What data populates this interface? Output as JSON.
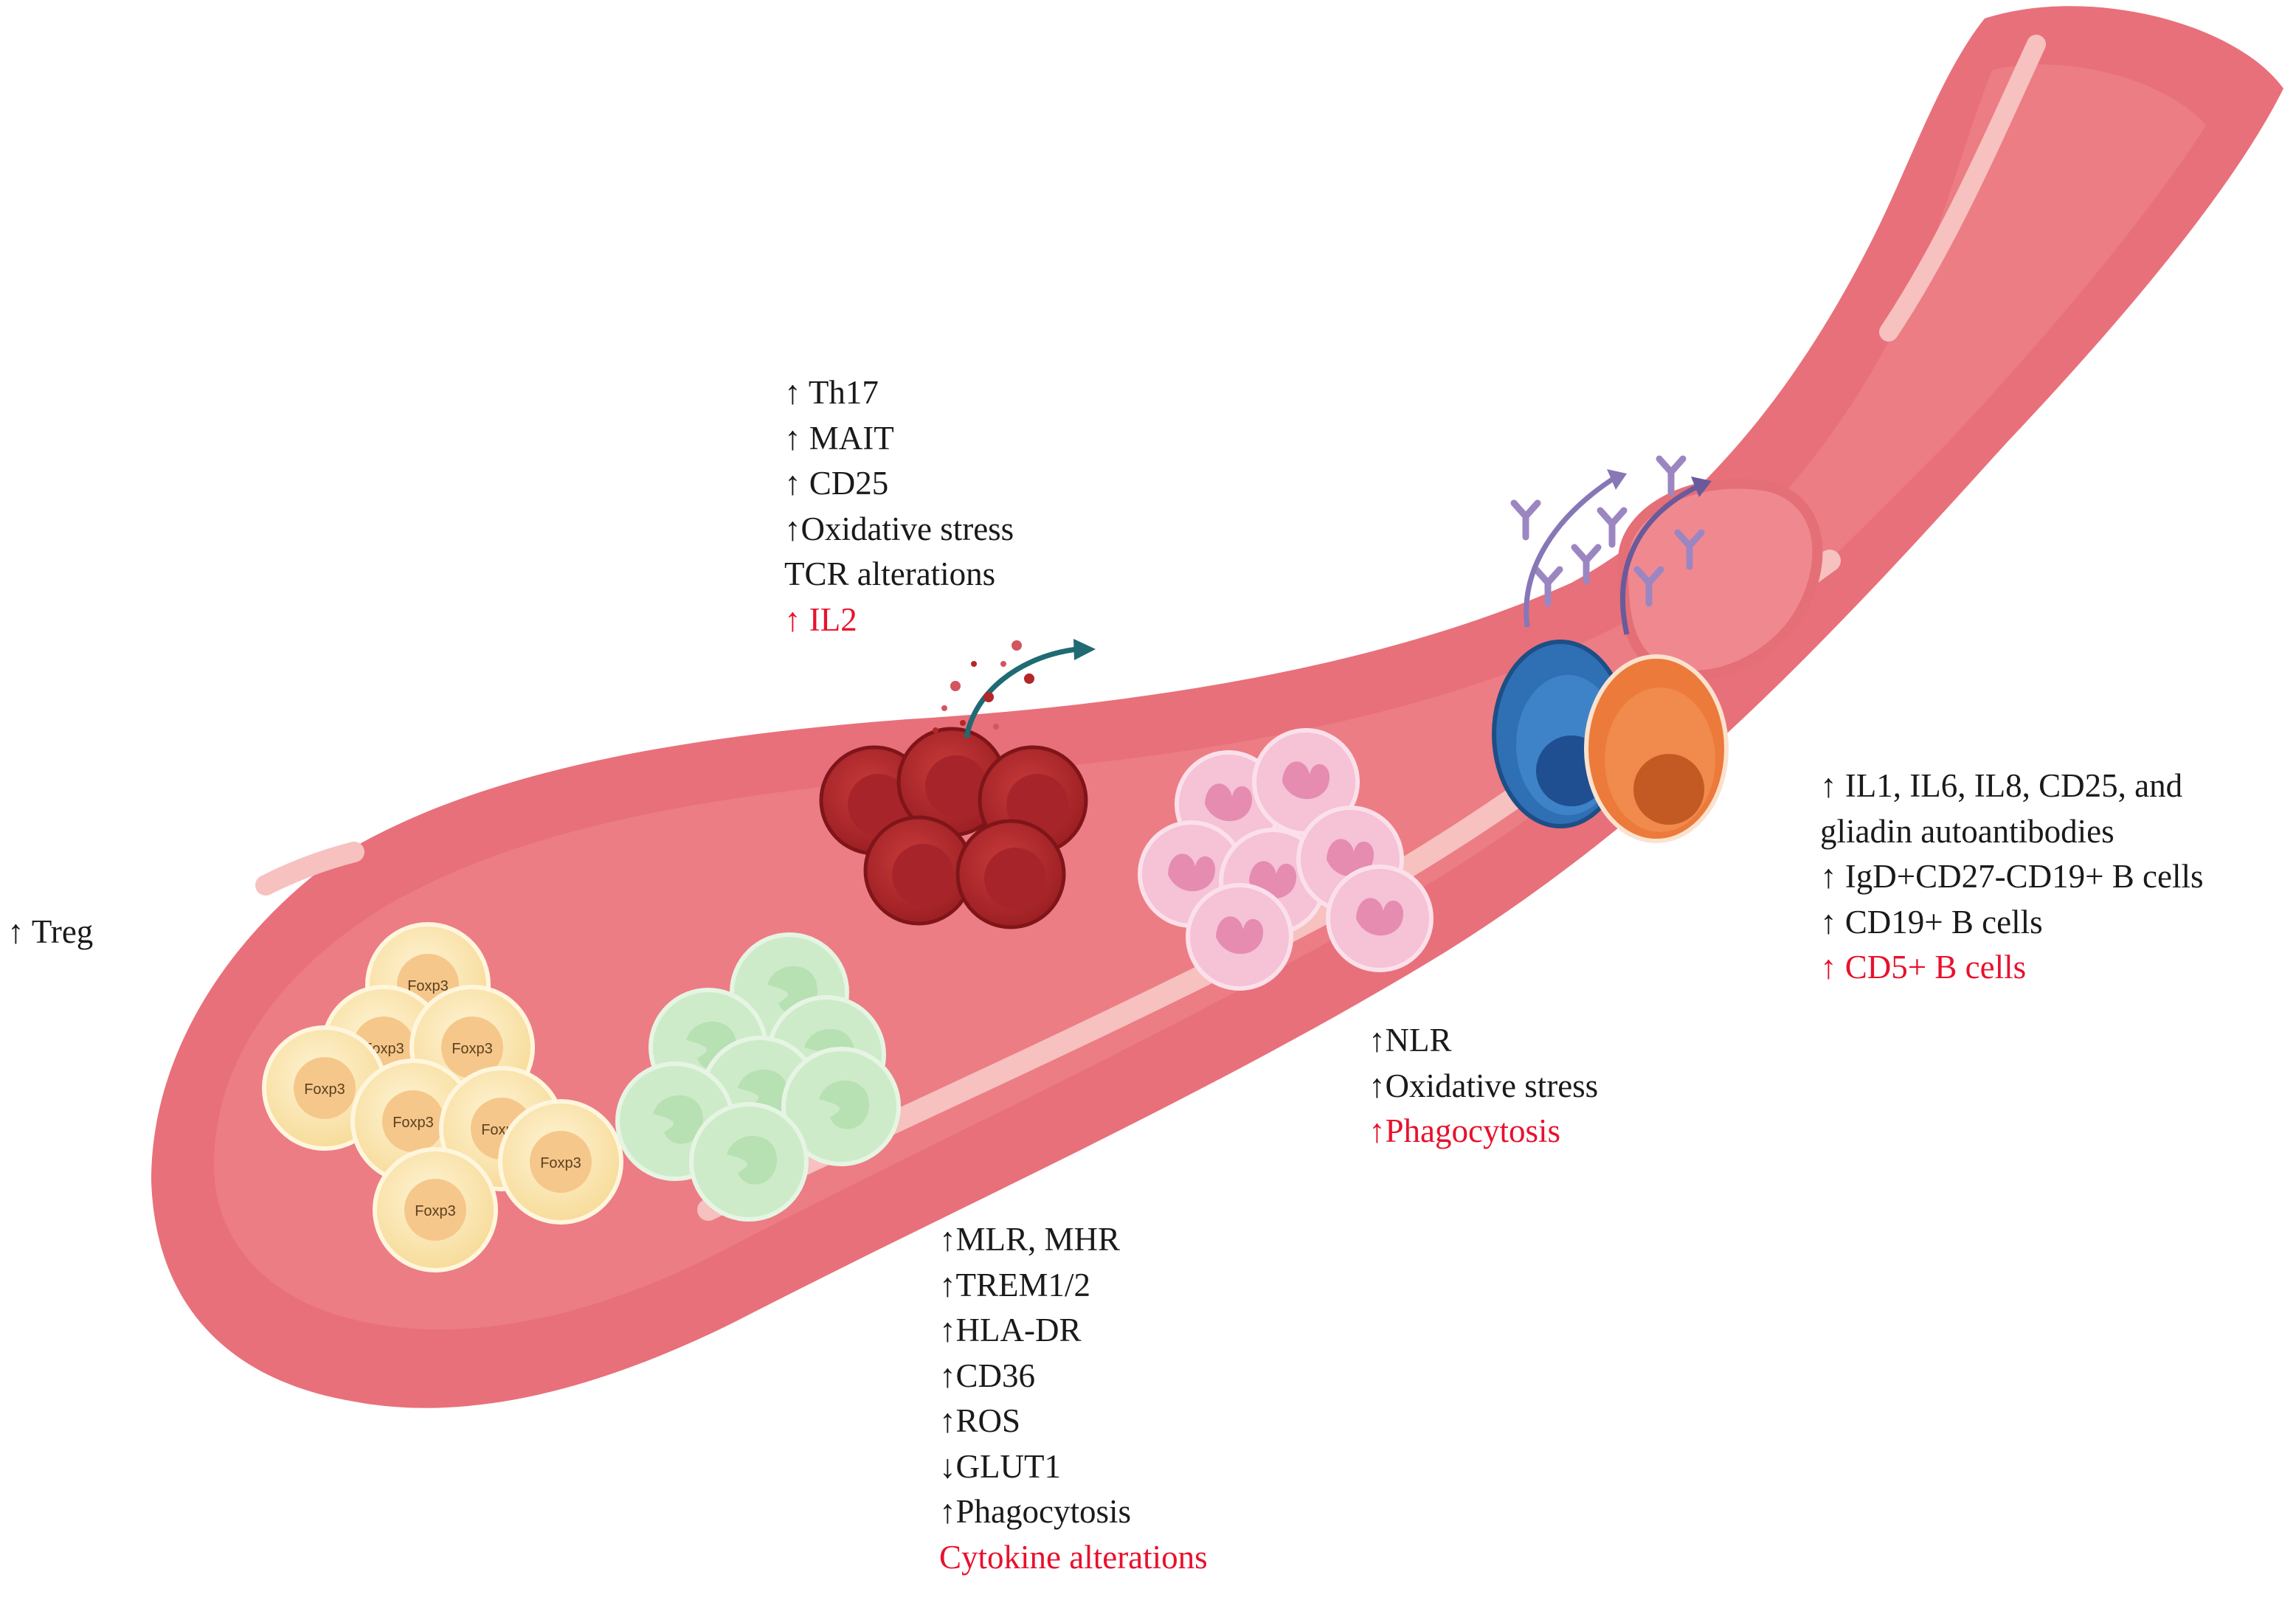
{
  "colors": {
    "vessel_outer": "#e8707a",
    "vessel_inner": "#f1969b",
    "vessel_wall_light": "#f6c1bf",
    "vessel_lumen": "#ec7d84",
    "treg_cell": "#fbe6b0",
    "treg_nucleus": "#f6c78a",
    "monocyte": "#cdebc9",
    "monocyte_nucleus": "#b7e0b3",
    "th_cell": "#b3262a",
    "th_cell_dark": "#8e1c20",
    "neutrophil": "#f5c2d6",
    "neutrophil_nucleus": "#e58cb0",
    "b_cell_blue": "#2f6fb3",
    "b_cell_orange": "#ec7a3a",
    "antibody": "#9c86c2",
    "red_text": "#e8112d",
    "arrow_teal": "#1f6a73"
  },
  "icons": {
    "treg_cluster": "treg-cell-icon",
    "monocyte_cluster": "monocyte-cell-icon",
    "t_cell_cluster": "t-cell-icon",
    "neutrophil_cluster": "neutrophil-cell-icon",
    "b_cell_pair": "b-cell-icon",
    "antibody": "antibody-icon",
    "secretion_arrow": "secretion-arrow-icon"
  },
  "cell_marker": "Foxp3",
  "labels": {
    "treg": {
      "lines": [
        {
          "text": "↑ Treg",
          "red": false
        }
      ]
    },
    "t_cells": {
      "lines": [
        {
          "text": "↑ Th17",
          "red": false
        },
        {
          "text": "↑ MAIT",
          "red": false
        },
        {
          "text": "↑ CD25",
          "red": false
        },
        {
          "text": "↑Oxidative stress",
          "red": false
        },
        {
          "text": "TCR alterations",
          "red": false
        },
        {
          "text": "↑ IL2",
          "red": true
        }
      ]
    },
    "b_cells": {
      "lines": [
        {
          "text": "↑ IL1, IL6, IL8, CD25, and",
          "red": false
        },
        {
          "text": "gliadin autoantibodies",
          "red": false
        },
        {
          "text": "↑ IgD+CD27-CD19+ B cells",
          "red": false
        },
        {
          "text": "↑ CD19+ B cells",
          "red": false
        },
        {
          "text": "↑ CD5+ B cells",
          "red": true
        }
      ]
    },
    "neutrophils": {
      "lines": [
        {
          "text": "↑NLR",
          "red": false
        },
        {
          "text": "↑Oxidative stress",
          "red": false
        },
        {
          "text": "↑Phagocytosis",
          "red": true
        }
      ]
    },
    "monocytes": {
      "lines": [
        {
          "text": "↑MLR, MHR",
          "red": false
        },
        {
          "text": "↑TREM1/2",
          "red": false
        },
        {
          "text": "↑HLA-DR",
          "red": false
        },
        {
          "text": "↑CD36",
          "red": false
        },
        {
          "text": "↑ROS",
          "red": false
        },
        {
          "text": "↓GLUT1",
          "red": false
        },
        {
          "text": "↑Phagocytosis",
          "red": false
        },
        {
          "text": "Cytokine alterations",
          "red": true
        }
      ]
    }
  }
}
